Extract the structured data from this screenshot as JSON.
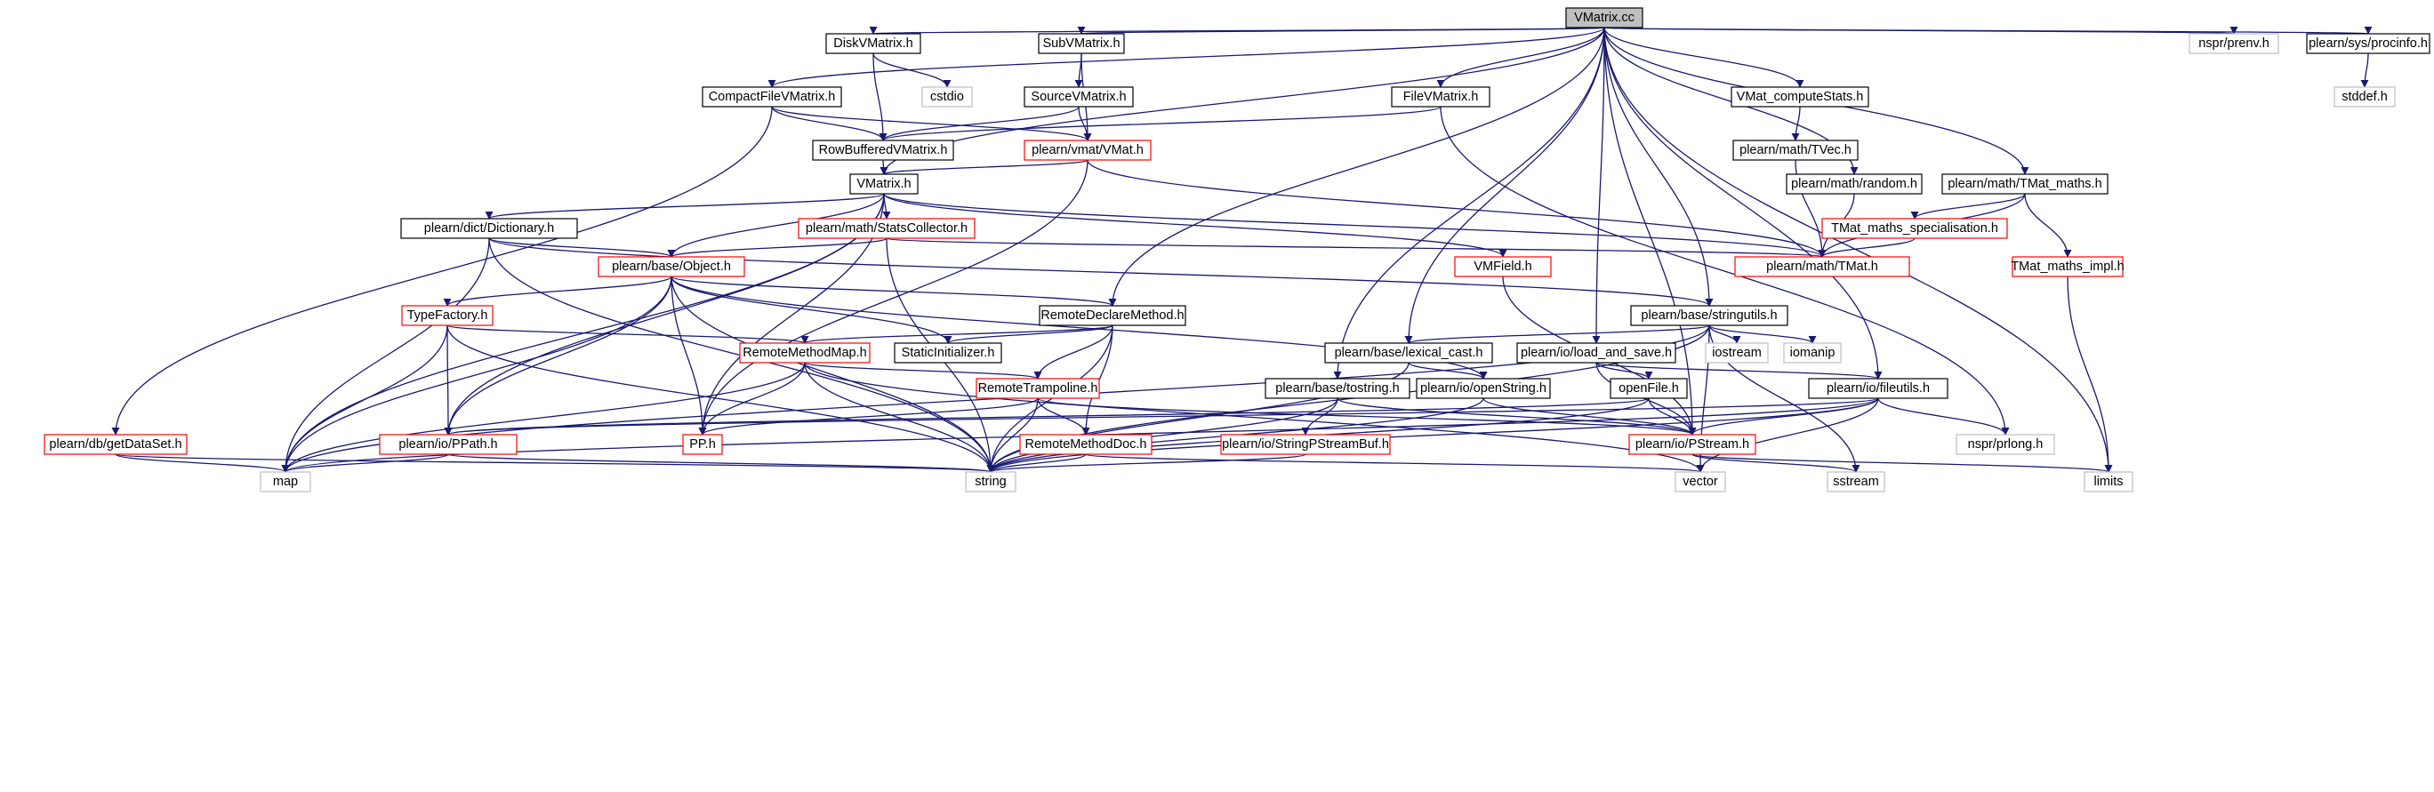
{
  "graph": {
    "title": "VMatrix.cc",
    "colors": {
      "edge": "#191970",
      "root_fill": "#bfbfbf",
      "root_border": "#000000",
      "node_fill": "#ffffff",
      "documented_border": "#000000",
      "partial_border": "#ff0000",
      "external_border": "#bfbfbf",
      "external_text": "#808080"
    },
    "nodes": [
      {
        "id": "vmatrix_cc",
        "label": "VMatrix.cc",
        "kind": "root"
      },
      {
        "id": "disk",
        "label": "DiskVMatrix.h",
        "kind": "documented"
      },
      {
        "id": "sub",
        "label": "SubVMatrix.h",
        "kind": "documented"
      },
      {
        "id": "prenv",
        "label": "nspr/prenv.h",
        "kind": "external"
      },
      {
        "id": "procinfo",
        "label": "plearn/sys/procinfo.h",
        "kind": "documented"
      },
      {
        "id": "cstdio",
        "label": "cstdio",
        "kind": "external"
      },
      {
        "id": "stddef",
        "label": "stddef.h",
        "kind": "external"
      },
      {
        "id": "compact",
        "label": "CompactFileVMatrix.h",
        "kind": "documented"
      },
      {
        "id": "source",
        "label": "SourceVMatrix.h",
        "kind": "documented"
      },
      {
        "id": "filevm",
        "label": "FileVMatrix.h",
        "kind": "documented"
      },
      {
        "id": "computestats",
        "label": "VMat_computeStats.h",
        "kind": "documented"
      },
      {
        "id": "rowbuf",
        "label": "RowBufferedVMatrix.h",
        "kind": "documented"
      },
      {
        "id": "vmat",
        "label": "plearn/vmat/VMat.h",
        "kind": "partial"
      },
      {
        "id": "tvec",
        "label": "plearn/math/TVec.h",
        "kind": "documented"
      },
      {
        "id": "vmatrix_h",
        "label": "VMatrix.h",
        "kind": "documented"
      },
      {
        "id": "random",
        "label": "plearn/math/random.h",
        "kind": "documented"
      },
      {
        "id": "tmat_maths",
        "label": "plearn/math/TMat_maths.h",
        "kind": "documented"
      },
      {
        "id": "dictionary",
        "label": "plearn/dict/Dictionary.h",
        "kind": "documented"
      },
      {
        "id": "statscollector",
        "label": "plearn/math/StatsCollector.h",
        "kind": "partial"
      },
      {
        "id": "specialisation",
        "label": "TMat_maths_specialisation.h",
        "kind": "partial"
      },
      {
        "id": "object",
        "label": "plearn/base/Object.h",
        "kind": "partial"
      },
      {
        "id": "vmfield",
        "label": "VMField.h",
        "kind": "partial"
      },
      {
        "id": "tmat",
        "label": "plearn/math/TMat.h",
        "kind": "partial"
      },
      {
        "id": "maths_impl",
        "label": "TMat_maths_impl.h",
        "kind": "partial"
      },
      {
        "id": "typefactory",
        "label": "TypeFactory.h",
        "kind": "partial"
      },
      {
        "id": "remotedeclare",
        "label": "RemoteDeclareMethod.h",
        "kind": "documented"
      },
      {
        "id": "stringutils",
        "label": "plearn/base/stringutils.h",
        "kind": "documented"
      },
      {
        "id": "remotemethodmap",
        "label": "RemoteMethodMap.h",
        "kind": "partial"
      },
      {
        "id": "staticinit",
        "label": "StaticInitializer.h",
        "kind": "documented"
      },
      {
        "id": "lexical",
        "label": "plearn/base/lexical_cast.h",
        "kind": "documented"
      },
      {
        "id": "loadsave",
        "label": "plearn/io/load_and_save.h",
        "kind": "documented"
      },
      {
        "id": "iostream",
        "label": "iostream",
        "kind": "external"
      },
      {
        "id": "iomanip",
        "label": "iomanip",
        "kind": "external"
      },
      {
        "id": "tostring",
        "label": "plearn/base/tostring.h",
        "kind": "documented"
      },
      {
        "id": "trampoline",
        "label": "RemoteTrampoline.h",
        "kind": "partial"
      },
      {
        "id": "openstring",
        "label": "plearn/io/openString.h",
        "kind": "documented"
      },
      {
        "id": "openfile",
        "label": "openFile.h",
        "kind": "documented"
      },
      {
        "id": "fileutils",
        "label": "plearn/io/fileutils.h",
        "kind": "documented"
      },
      {
        "id": "getdataset",
        "label": "plearn/db/getDataSet.h",
        "kind": "partial"
      },
      {
        "id": "ppath",
        "label": "plearn/io/PPath.h",
        "kind": "partial"
      },
      {
        "id": "pp",
        "label": "PP.h",
        "kind": "partial"
      },
      {
        "id": "methoddoc",
        "label": "RemoteMethodDoc.h",
        "kind": "partial"
      },
      {
        "id": "stringpstreambuf",
        "label": "plearn/io/StringPStreamBuf.h",
        "kind": "partial"
      },
      {
        "id": "pstream",
        "label": "plearn/io/PStream.h",
        "kind": "partial"
      },
      {
        "id": "prlong",
        "label": "nspr/prlong.h",
        "kind": "external"
      },
      {
        "id": "map",
        "label": "map",
        "kind": "external"
      },
      {
        "id": "string",
        "label": "string",
        "kind": "external"
      },
      {
        "id": "vector",
        "label": "vector",
        "kind": "external"
      },
      {
        "id": "sstream",
        "label": "sstream",
        "kind": "external"
      },
      {
        "id": "limits",
        "label": "limits",
        "kind": "external"
      }
    ],
    "edges": [
      [
        "vmatrix_cc",
        "disk"
      ],
      [
        "vmatrix_cc",
        "sub"
      ],
      [
        "vmatrix_cc",
        "prenv"
      ],
      [
        "vmatrix_cc",
        "procinfo"
      ],
      [
        "vmatrix_cc",
        "compact"
      ],
      [
        "vmatrix_cc",
        "filevm"
      ],
      [
        "vmatrix_cc",
        "computestats"
      ],
      [
        "vmatrix_cc",
        "vmatrix_h"
      ],
      [
        "vmatrix_cc",
        "random"
      ],
      [
        "vmatrix_cc",
        "tmat_maths"
      ],
      [
        "vmatrix_cc",
        "remotedeclare"
      ],
      [
        "vmatrix_cc",
        "stringutils"
      ],
      [
        "vmatrix_cc",
        "lexical"
      ],
      [
        "vmatrix_cc",
        "loadsave"
      ],
      [
        "vmatrix_cc",
        "tostring"
      ],
      [
        "vmatrix_cc",
        "fileutils"
      ],
      [
        "vmatrix_cc",
        "pstream"
      ],
      [
        "vmatrix_cc",
        "limits"
      ],
      [
        "procinfo",
        "stddef"
      ],
      [
        "disk",
        "cstdio"
      ],
      [
        "disk",
        "rowbuf"
      ],
      [
        "sub",
        "source"
      ],
      [
        "sub",
        "vmat"
      ],
      [
        "compact",
        "rowbuf"
      ],
      [
        "compact",
        "vmat"
      ],
      [
        "compact",
        "getdataset"
      ],
      [
        "source",
        "rowbuf"
      ],
      [
        "source",
        "vmat"
      ],
      [
        "filevm",
        "rowbuf"
      ],
      [
        "filevm",
        "prlong"
      ],
      [
        "computestats",
        "tvec"
      ],
      [
        "tvec",
        "tmat"
      ],
      [
        "random",
        "tmat"
      ],
      [
        "tmat_maths",
        "specialisation"
      ],
      [
        "tmat_maths",
        "maths_impl"
      ],
      [
        "tmat_maths",
        "tmat"
      ],
      [
        "specialisation",
        "tmat"
      ],
      [
        "maths_impl",
        "limits"
      ],
      [
        "rowbuf",
        "vmatrix_h"
      ],
      [
        "vmat",
        "vmatrix_h"
      ],
      [
        "vmat",
        "tmat"
      ],
      [
        "vmat",
        "pp"
      ],
      [
        "vmatrix_h",
        "dictionary"
      ],
      [
        "vmatrix_h",
        "statscollector"
      ],
      [
        "vmatrix_h",
        "object"
      ],
      [
        "vmatrix_h",
        "vmfield"
      ],
      [
        "vmatrix_h",
        "tmat"
      ],
      [
        "vmatrix_h",
        "map"
      ],
      [
        "vmatrix_h",
        "ppath"
      ],
      [
        "vmatrix_h",
        "pp"
      ],
      [
        "dictionary",
        "object"
      ],
      [
        "dictionary",
        "stringutils"
      ],
      [
        "dictionary",
        "map"
      ],
      [
        "dictionary",
        "string"
      ],
      [
        "statscollector",
        "object"
      ],
      [
        "statscollector",
        "tmat"
      ],
      [
        "statscollector",
        "string"
      ],
      [
        "vmfield",
        "pstream"
      ],
      [
        "object",
        "typefactory"
      ],
      [
        "object",
        "remotedeclare"
      ],
      [
        "object",
        "staticinit"
      ],
      [
        "object",
        "openstring"
      ],
      [
        "object",
        "map"
      ],
      [
        "object",
        "string"
      ],
      [
        "object",
        "ppath"
      ],
      [
        "object",
        "pp"
      ],
      [
        "typefactory",
        "remotemethodmap"
      ],
      [
        "typefactory",
        "ppath"
      ],
      [
        "typefactory",
        "map"
      ],
      [
        "typefactory",
        "string"
      ],
      [
        "remotedeclare",
        "remotemethodmap"
      ],
      [
        "remotedeclare",
        "staticinit"
      ],
      [
        "remotedeclare",
        "trampoline"
      ],
      [
        "remotedeclare",
        "methoddoc"
      ],
      [
        "remotedeclare",
        "string"
      ],
      [
        "remotemethodmap",
        "trampoline"
      ],
      [
        "remotemethodmap",
        "pp"
      ],
      [
        "remotemethodmap",
        "map"
      ],
      [
        "remotemethodmap",
        "string"
      ],
      [
        "remotemethodmap",
        "vector"
      ],
      [
        "trampoline",
        "methoddoc"
      ],
      [
        "trampoline",
        "pstream"
      ],
      [
        "trampoline",
        "string"
      ],
      [
        "trampoline",
        "pp"
      ],
      [
        "methoddoc",
        "string"
      ],
      [
        "methoddoc",
        "vector"
      ],
      [
        "stringutils",
        "iostream"
      ],
      [
        "stringutils",
        "iomanip"
      ],
      [
        "stringutils",
        "lexical"
      ],
      [
        "stringutils",
        "map"
      ],
      [
        "stringutils",
        "string"
      ],
      [
        "stringutils",
        "vector"
      ],
      [
        "stringutils",
        "sstream"
      ],
      [
        "lexical",
        "openstring"
      ],
      [
        "lexical",
        "string"
      ],
      [
        "loadsave",
        "openfile"
      ],
      [
        "loadsave",
        "fileutils"
      ],
      [
        "loadsave",
        "pstream"
      ],
      [
        "tostring",
        "stringpstreambuf"
      ],
      [
        "tostring",
        "pstream"
      ],
      [
        "tostring",
        "string"
      ],
      [
        "openstring",
        "pstream"
      ],
      [
        "openstring",
        "string"
      ],
      [
        "openfile",
        "pstream"
      ],
      [
        "openfile",
        "ppath"
      ],
      [
        "openfile",
        "string"
      ],
      [
        "fileutils",
        "ppath"
      ],
      [
        "fileutils",
        "pstream"
      ],
      [
        "fileutils",
        "prlong"
      ],
      [
        "fileutils",
        "map"
      ],
      [
        "fileutils",
        "string"
      ],
      [
        "fileutils",
        "vector"
      ],
      [
        "stringpstreambuf",
        "string"
      ],
      [
        "ppath",
        "map"
      ],
      [
        "ppath",
        "string"
      ],
      [
        "getdataset",
        "map"
      ],
      [
        "getdataset",
        "string"
      ],
      [
        "pstream",
        "sstream"
      ],
      [
        "pstream",
        "limits"
      ]
    ]
  }
}
